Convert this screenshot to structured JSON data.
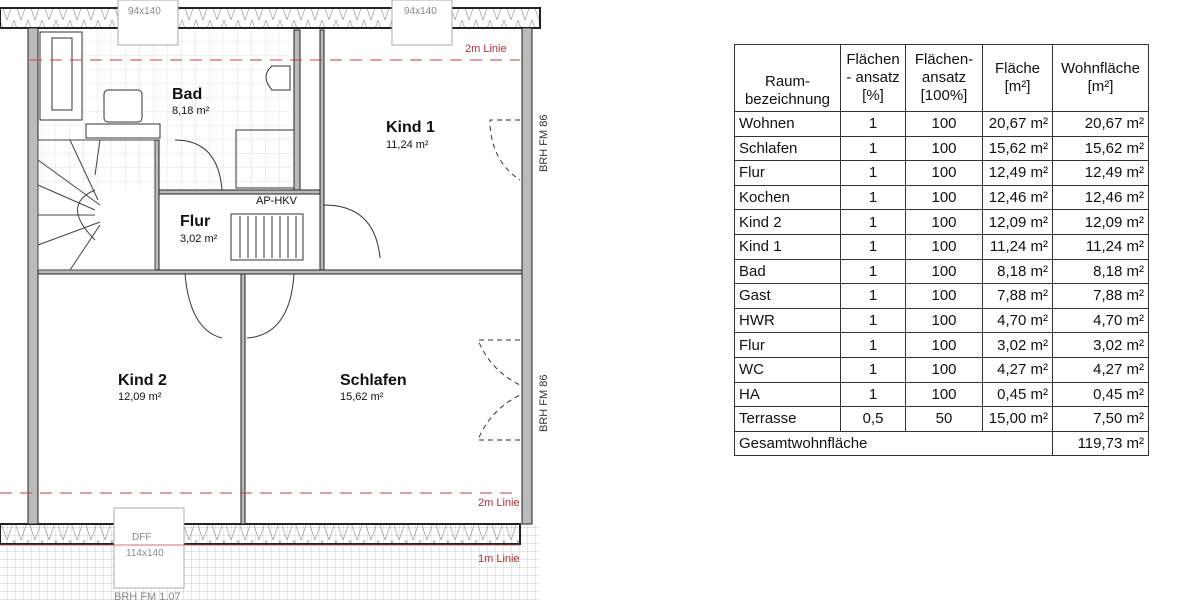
{
  "plan": {
    "rooms": [
      {
        "name": "Bad",
        "area": "8,18 m²"
      },
      {
        "name": "Kind 1",
        "area": "11,24 m²"
      },
      {
        "name": "Flur",
        "area": "3,02 m²"
      },
      {
        "name": "Kind 2",
        "area": "12,09 m²"
      },
      {
        "name": "Schlafen",
        "area": "15,62 m²"
      }
    ],
    "labels": {
      "ap_hkv": "AP-HKV",
      "line2m": "2m Linie",
      "line1m": "1m Linie",
      "brh_fm_86": "BRH FM 86",
      "brh_fm_107": "BRH FM 1,07",
      "dff": "DFF",
      "dff_top": "94x140",
      "dff_bottom": "114x140"
    }
  },
  "table": {
    "headers": [
      "Raum-\nbezeichnung",
      "Flächen\n- ansatz\n[%]",
      "Flächen-\nansatz\n[100%]",
      "Fläche\n[m²]",
      "Wohnfläche\n[m²]"
    ],
    "rows": [
      [
        "Wohnen",
        "1",
        "100",
        "20,67 m²",
        "20,67 m²"
      ],
      [
        "Schlafen",
        "1",
        "100",
        "15,62 m²",
        "15,62 m²"
      ],
      [
        "Flur",
        "1",
        "100",
        "12,49 m²",
        "12,49 m²"
      ],
      [
        "Kochen",
        "1",
        "100",
        "12,46 m²",
        "12,46 m²"
      ],
      [
        "Kind 2",
        "1",
        "100",
        "12,09 m²",
        "12,09 m²"
      ],
      [
        "Kind 1",
        "1",
        "100",
        "11,24 m²",
        "11,24 m²"
      ],
      [
        "Bad",
        "1",
        "100",
        "8,18 m²",
        "8,18 m²"
      ],
      [
        "Gast",
        "1",
        "100",
        "7,88 m²",
        "7,88 m²"
      ],
      [
        "HWR",
        "1",
        "100",
        "4,70 m²",
        "4,70 m²"
      ],
      [
        "Flur",
        "1",
        "100",
        "3,02 m²",
        "3,02 m²"
      ],
      [
        "WC",
        "1",
        "100",
        "4,27 m²",
        "4,27 m²"
      ],
      [
        "HA",
        "1",
        "100",
        "0,45 m²",
        "0,45 m²"
      ],
      [
        "Terrasse",
        "0,5",
        "50",
        "15,00 m²",
        "7,50 m²"
      ]
    ],
    "total_label": "Gesamtwohnfläche",
    "total_value": "119,73 m²"
  }
}
